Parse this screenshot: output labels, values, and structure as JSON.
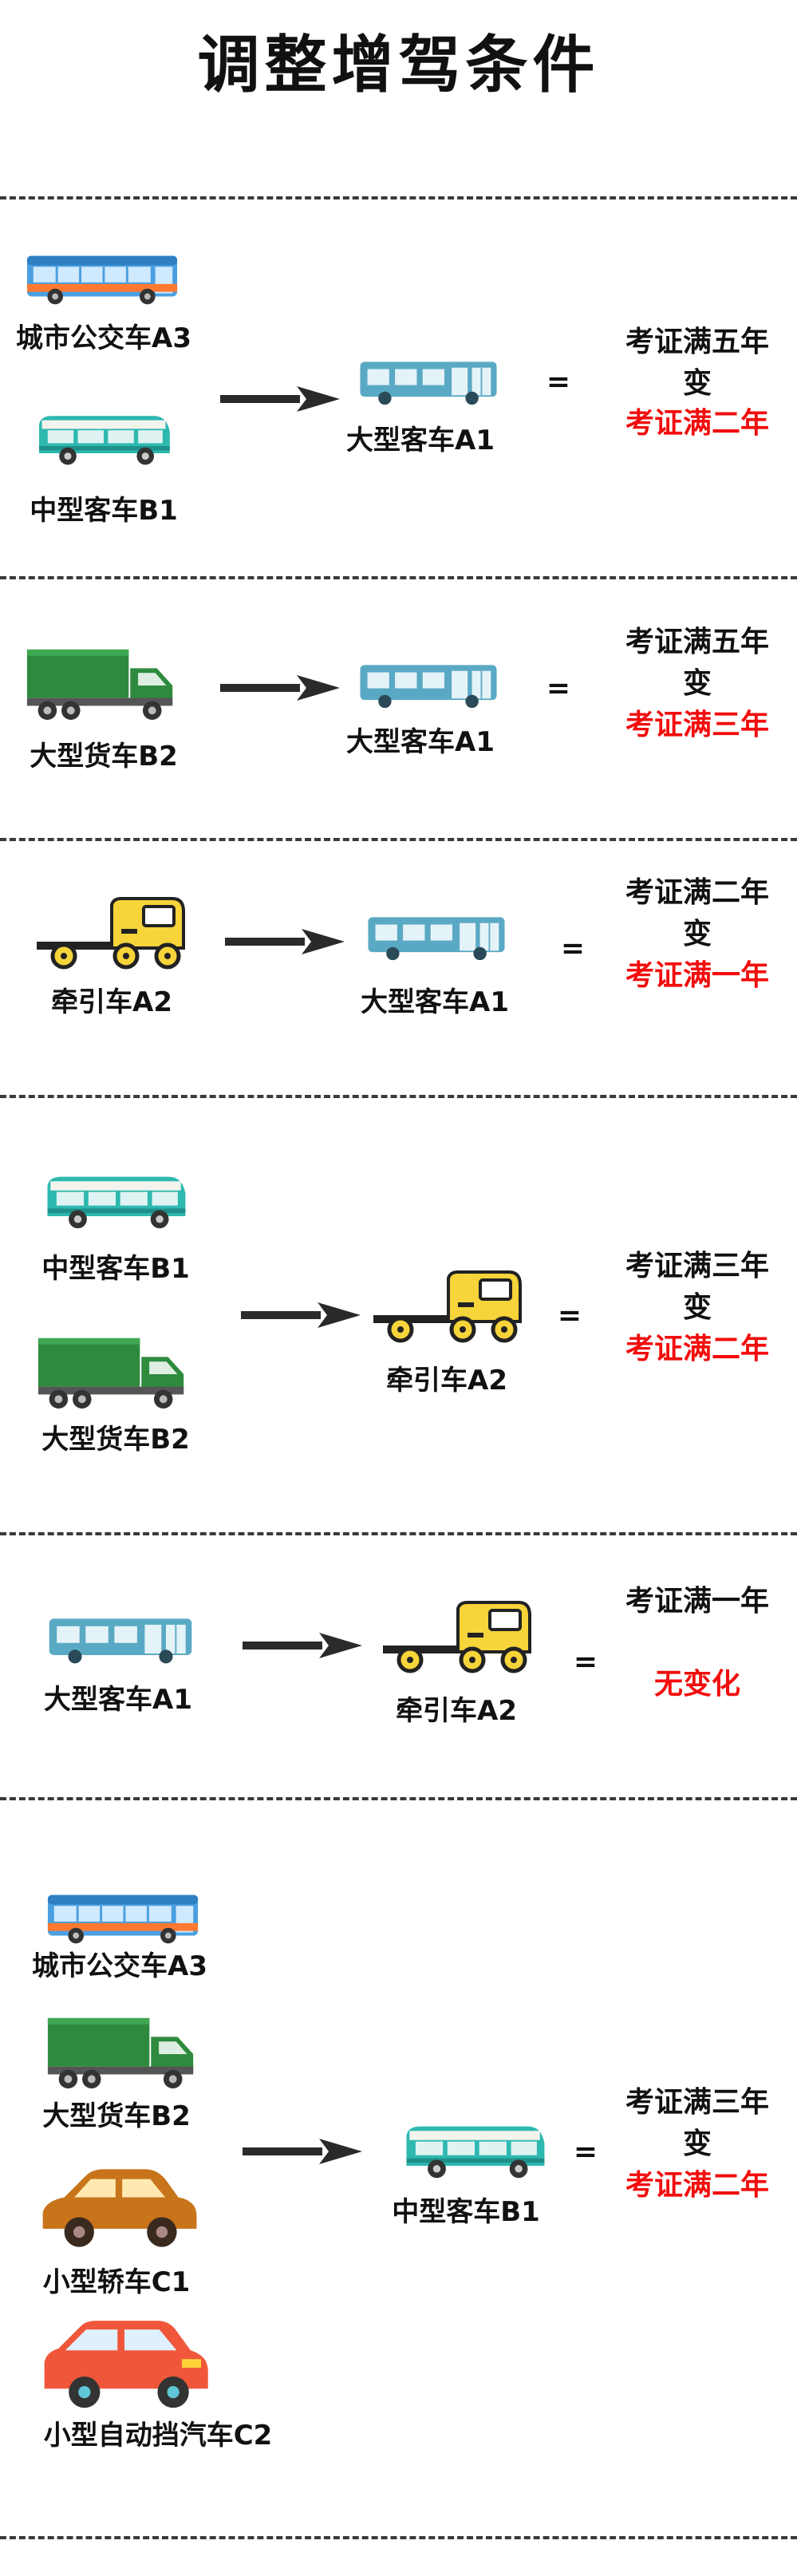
{
  "title": "调整增驾条件",
  "colors": {
    "accent_red": "#f20d0d",
    "text": "#111111"
  },
  "sections": [
    {
      "sources": [
        {
          "label": "城市公交车A3",
          "icon": "city-bus-icon"
        },
        {
          "label": "中型客车B1",
          "icon": "minibus-icon"
        }
      ],
      "target": {
        "label": "大型客车A1",
        "icon": "coach-bus-icon"
      },
      "equals": "=",
      "before": "考证满五年",
      "change": "变",
      "after": "考证满二年"
    },
    {
      "sources": [
        {
          "label": "大型货车B2",
          "icon": "truck-icon"
        }
      ],
      "target": {
        "label": "大型客车A1",
        "icon": "coach-bus-icon"
      },
      "equals": "=",
      "before": "考证满五年",
      "change": "变",
      "after": "考证满三年"
    },
    {
      "sources": [
        {
          "label": "牵引车A2",
          "icon": "tractor-head-icon"
        }
      ],
      "target": {
        "label": "大型客车A1",
        "icon": "coach-bus-icon"
      },
      "equals": "=",
      "before": "考证满二年",
      "change": "变",
      "after": "考证满一年"
    },
    {
      "sources": [
        {
          "label": "中型客车B1",
          "icon": "minibus-icon"
        },
        {
          "label": "大型货车B2",
          "icon": "truck-icon"
        }
      ],
      "target": {
        "label": "牵引车A2",
        "icon": "tractor-head-icon"
      },
      "equals": "=",
      "before": "考证满三年",
      "change": "变",
      "after": "考证满二年"
    },
    {
      "sources": [
        {
          "label": "大型客车A1",
          "icon": "coach-bus-icon"
        }
      ],
      "target": {
        "label": "牵引车A2",
        "icon": "tractor-head-icon"
      },
      "equals": "=",
      "before": "考证满一年",
      "after": "无变化"
    },
    {
      "sources": [
        {
          "label": "城市公交车A3",
          "icon": "city-bus-icon"
        },
        {
          "label": "大型货车B2",
          "icon": "truck-icon"
        },
        {
          "label": "小型轿车C1",
          "icon": "sedan-icon"
        },
        {
          "label": "小型自动挡汽车C2",
          "icon": "compact-car-icon"
        }
      ],
      "target": {
        "label": "中型客车B1",
        "icon": "minibus-icon"
      },
      "equals": "=",
      "before": "考证满三年",
      "change": "变",
      "after": "考证满二年"
    }
  ]
}
